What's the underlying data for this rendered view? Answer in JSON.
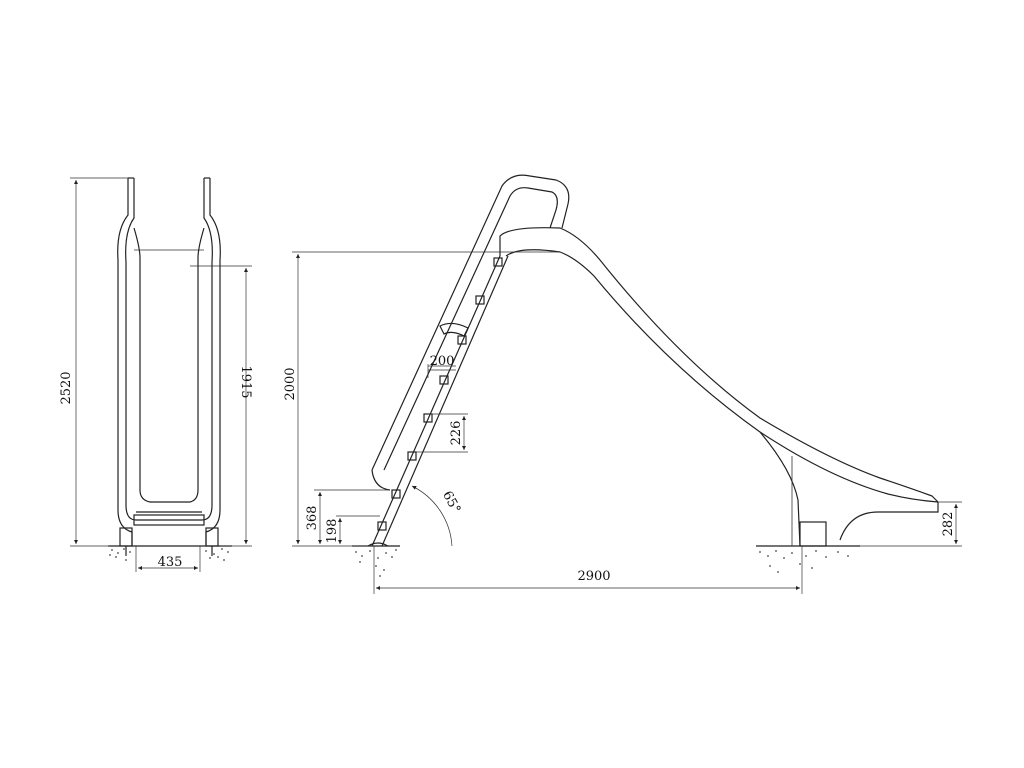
{
  "dimensions": {
    "overall_height": "2520",
    "slide_height": "1915",
    "base_width": "435",
    "platform_height": "2000",
    "step_spacing_top": "200",
    "step_spacing_mid": "226",
    "ladder_height_upper": "368",
    "ladder_height_lower": "198",
    "ladder_angle": "65°",
    "total_length": "2900",
    "exit_height": "282"
  }
}
